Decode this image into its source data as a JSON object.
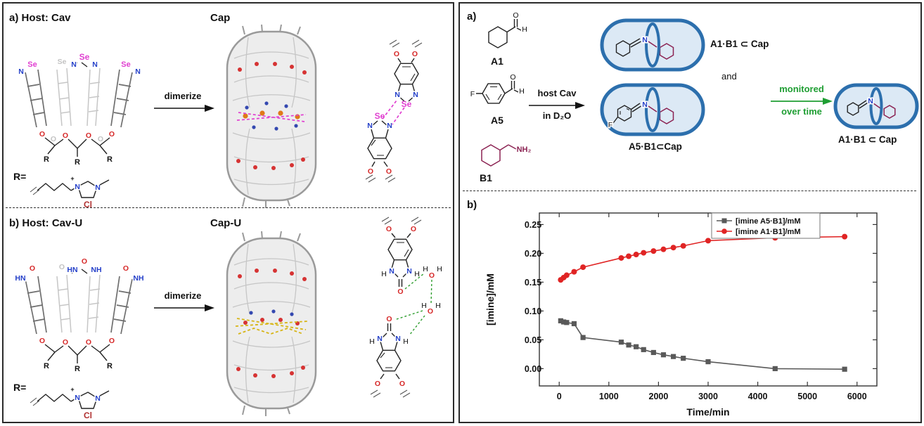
{
  "left_panel": {
    "section_a": {
      "title": "a) Host: Cav",
      "product_label": "Cap",
      "arrow_label": "dimerize",
      "r_prefix": "R=",
      "counterion": "Cl",
      "atoms": {
        "se": "Se",
        "n": "N",
        "o": "O",
        "r": "R",
        "plus": "+"
      }
    },
    "section_b": {
      "title": "b) Host: Cav-U",
      "product_label": "Cap-U",
      "arrow_label": "dimerize",
      "r_prefix": "R=",
      "counterion": "Cl",
      "atoms": {
        "hn": "HN",
        "nh": "NH",
        "o": "O",
        "n": "N",
        "h": "H",
        "r": "R",
        "plus": "+"
      }
    }
  },
  "right_panel": {
    "section_a": {
      "label": "a)",
      "compound_a1": "A1",
      "compound_a5": "A5",
      "compound_b1": "B1",
      "condition_line1": "host Cav",
      "condition_line2": "in D₂O",
      "complex_a1_label": "A1·B1 ⊂ Cap",
      "conjunction": "and",
      "complex_a5_label": "A5·B1⊂Cap",
      "monitor_line1": "monitored",
      "monitor_line2": "over time",
      "product_label": "A1·B1 ⊂ Cap",
      "atoms": {
        "o": "O",
        "h": "H",
        "f": "F",
        "nh2": "NH₂",
        "n": "N"
      }
    },
    "section_b": {
      "label": "b)"
    }
  },
  "chart_data": {
    "type": "scatter",
    "title": "",
    "xlabel": "Time/min",
    "ylabel": "[imine]/mM",
    "xlim": [
      -400,
      6400
    ],
    "ylim": [
      -0.03,
      0.27
    ],
    "xticks": [
      0,
      1000,
      2000,
      3000,
      4000,
      5000,
      6000
    ],
    "ytick_labels": [
      "0.00",
      "0.05",
      "0.10",
      "0.15",
      "0.20",
      "0.25"
    ],
    "grid": false,
    "legend_position": "top-right",
    "series": [
      {
        "name": "[imine A5·B1]/mM",
        "marker": "square",
        "color": "#595959",
        "x": [
          30,
          90,
          150,
          300,
          480,
          1250,
          1400,
          1550,
          1700,
          1900,
          2100,
          2300,
          2500,
          3000,
          4350,
          5750
        ],
        "y": [
          0.083,
          0.081,
          0.08,
          0.078,
          0.054,
          0.046,
          0.041,
          0.038,
          0.033,
          0.028,
          0.024,
          0.021,
          0.018,
          0.012,
          0.0,
          -0.001
        ]
      },
      {
        "name": "[imine A1·B1]/mM",
        "marker": "circle",
        "color": "#e02424",
        "x": [
          30,
          90,
          150,
          300,
          480,
          1250,
          1400,
          1550,
          1700,
          1900,
          2100,
          2300,
          2500,
          3000,
          4350,
          5750
        ],
        "y": [
          0.154,
          0.158,
          0.162,
          0.168,
          0.176,
          0.192,
          0.195,
          0.198,
          0.201,
          0.204,
          0.207,
          0.21,
          0.213,
          0.222,
          0.227,
          0.229
        ]
      }
    ]
  },
  "colors": {
    "capsule_blue": "#2c6fad",
    "capsule_fill": "#dce9f5",
    "amine_dark_red": "#8b2252",
    "monitor_green": "#1f9e33",
    "se_magenta": "#e03fd0",
    "se_orange": "#e07818",
    "hbond_yellow": "#d7b516",
    "oxygen_red": "#d62828",
    "nitrogen_blue": "#2540c9",
    "series_gray": "#595959",
    "series_red": "#e02424"
  }
}
